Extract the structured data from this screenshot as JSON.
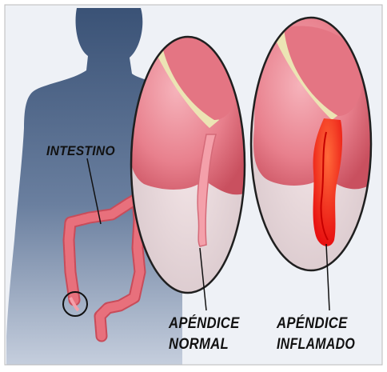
{
  "labels": {
    "intestine": "INTESTINO",
    "normal_line1": "APÉNDICE",
    "normal_line2": "NORMAL",
    "inflamed_line1": "APÉNDICE",
    "inflamed_line2": "INFLAMADO"
  },
  "colors": {
    "background": "#eef1f6",
    "silhouette": "#3f5577",
    "intestine": "#e5606b",
    "inset_tissue": "#e87a87",
    "fat_band": "#e8e2b0",
    "appendix_normal": "#f4a0aa",
    "appendix_inflamed": "#ff2a1f",
    "outline": "#222222"
  }
}
